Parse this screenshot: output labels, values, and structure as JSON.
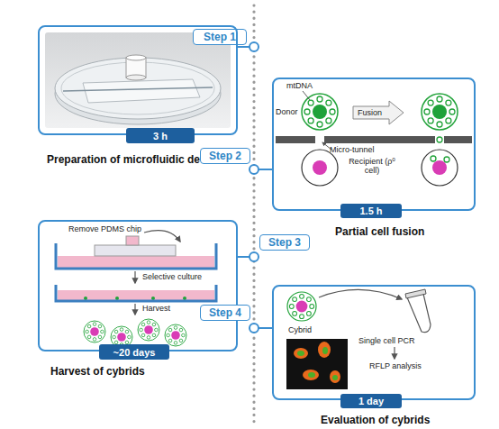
{
  "diagram": {
    "nodes": [
      {
        "text": [
          "Step 1"
        ]
      },
      {
        "text": [
          "Preparation of microfluidic device"
        ]
      },
      {
        "text": [
          "3 h"
        ]
      },
      {
        "text": [
          "Step 2"
        ]
      },
      {
        "text": [
          "Partial cell fusion"
        ]
      },
      {
        "text": [
          "1.5 h"
        ]
      },
      {
        "text": [
          "Step 3"
        ]
      },
      {
        "text": [
          "Harvest of cybrids"
        ]
      },
      {
        "text": [
          "~20 days"
        ]
      },
      {
        "text": [
          "Step 4"
        ]
      },
      {
        "text": [
          "Evaluation of cybrids"
        ]
      },
      {
        "text": [
          "1 day"
        ]
      }
    ],
    "labels": [
      "mtDNA",
      "Donor",
      "Fusion",
      "Micro-tunnel",
      "Recipient (ρ⁰ cell)",
      "Remove PDMS chip",
      "Selective culture",
      "Harvest",
      "Cybrid",
      "Single cell PCR",
      "RFLP analysis"
    ]
  }
}
